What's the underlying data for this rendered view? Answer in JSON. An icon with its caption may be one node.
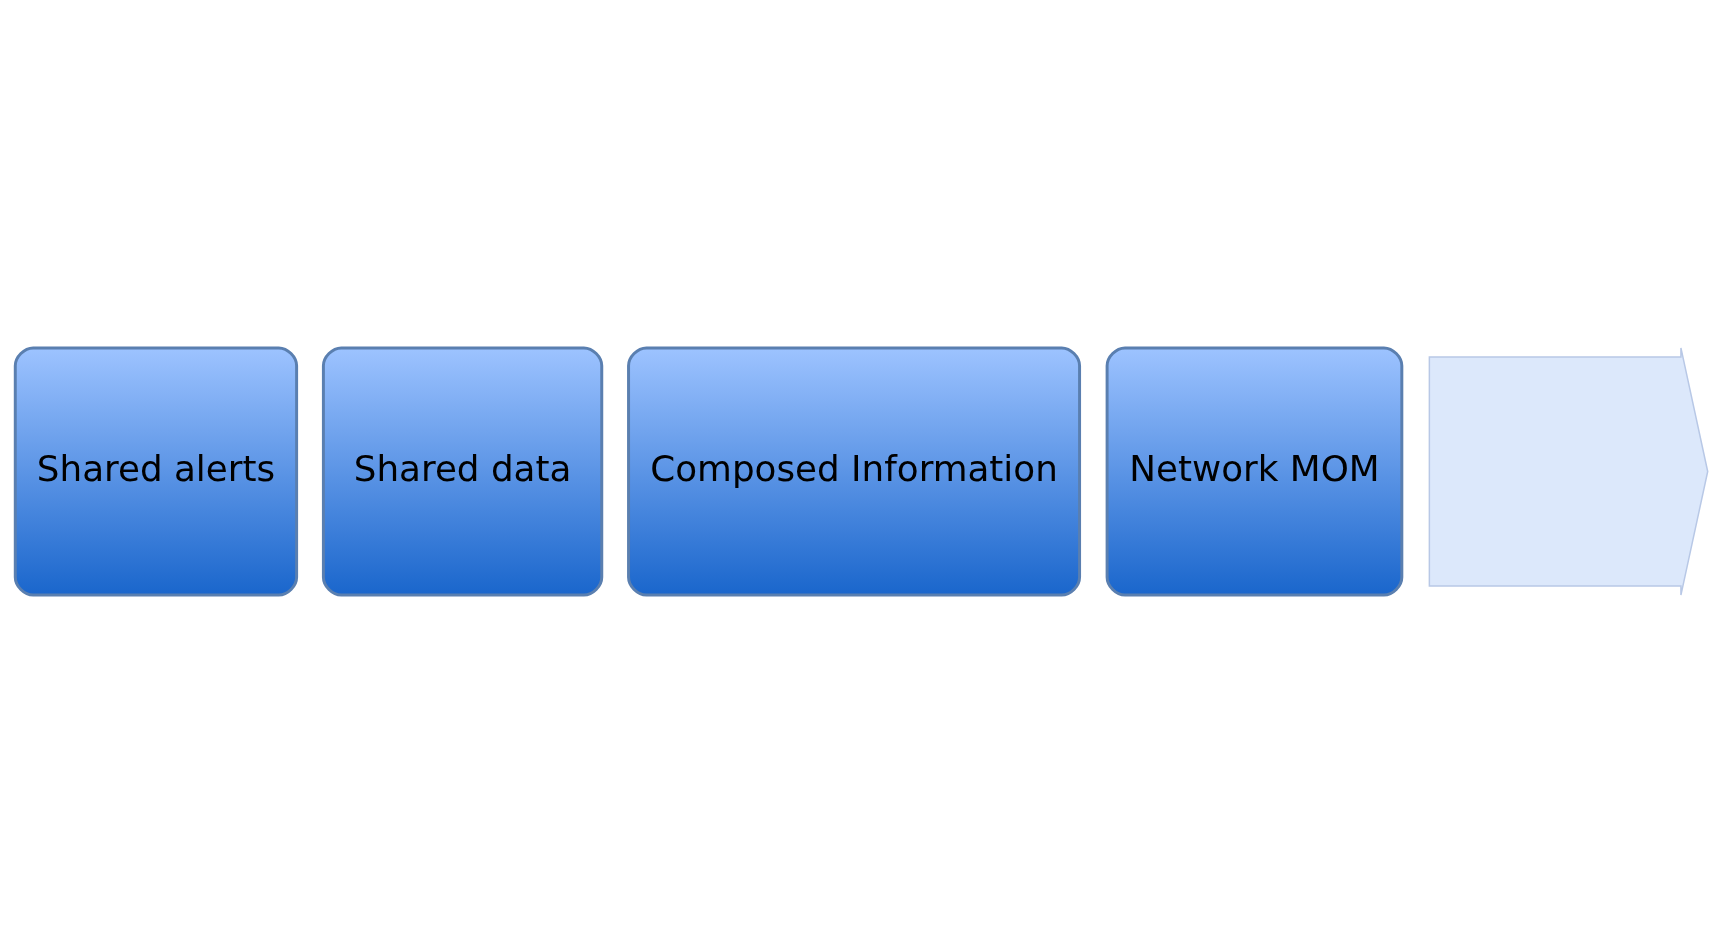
{
  "diagram": {
    "nodes": [
      {
        "text": [
          "Shared alerts"
        ]
      },
      {
        "text": [
          "Shared data"
        ]
      },
      {
        "text": [
          "Composed Information"
        ]
      },
      {
        "text": [
          "Network MOM"
        ]
      },
      {
        "text": [],
        "shape": "arrow"
      }
    ],
    "edges": []
  }
}
